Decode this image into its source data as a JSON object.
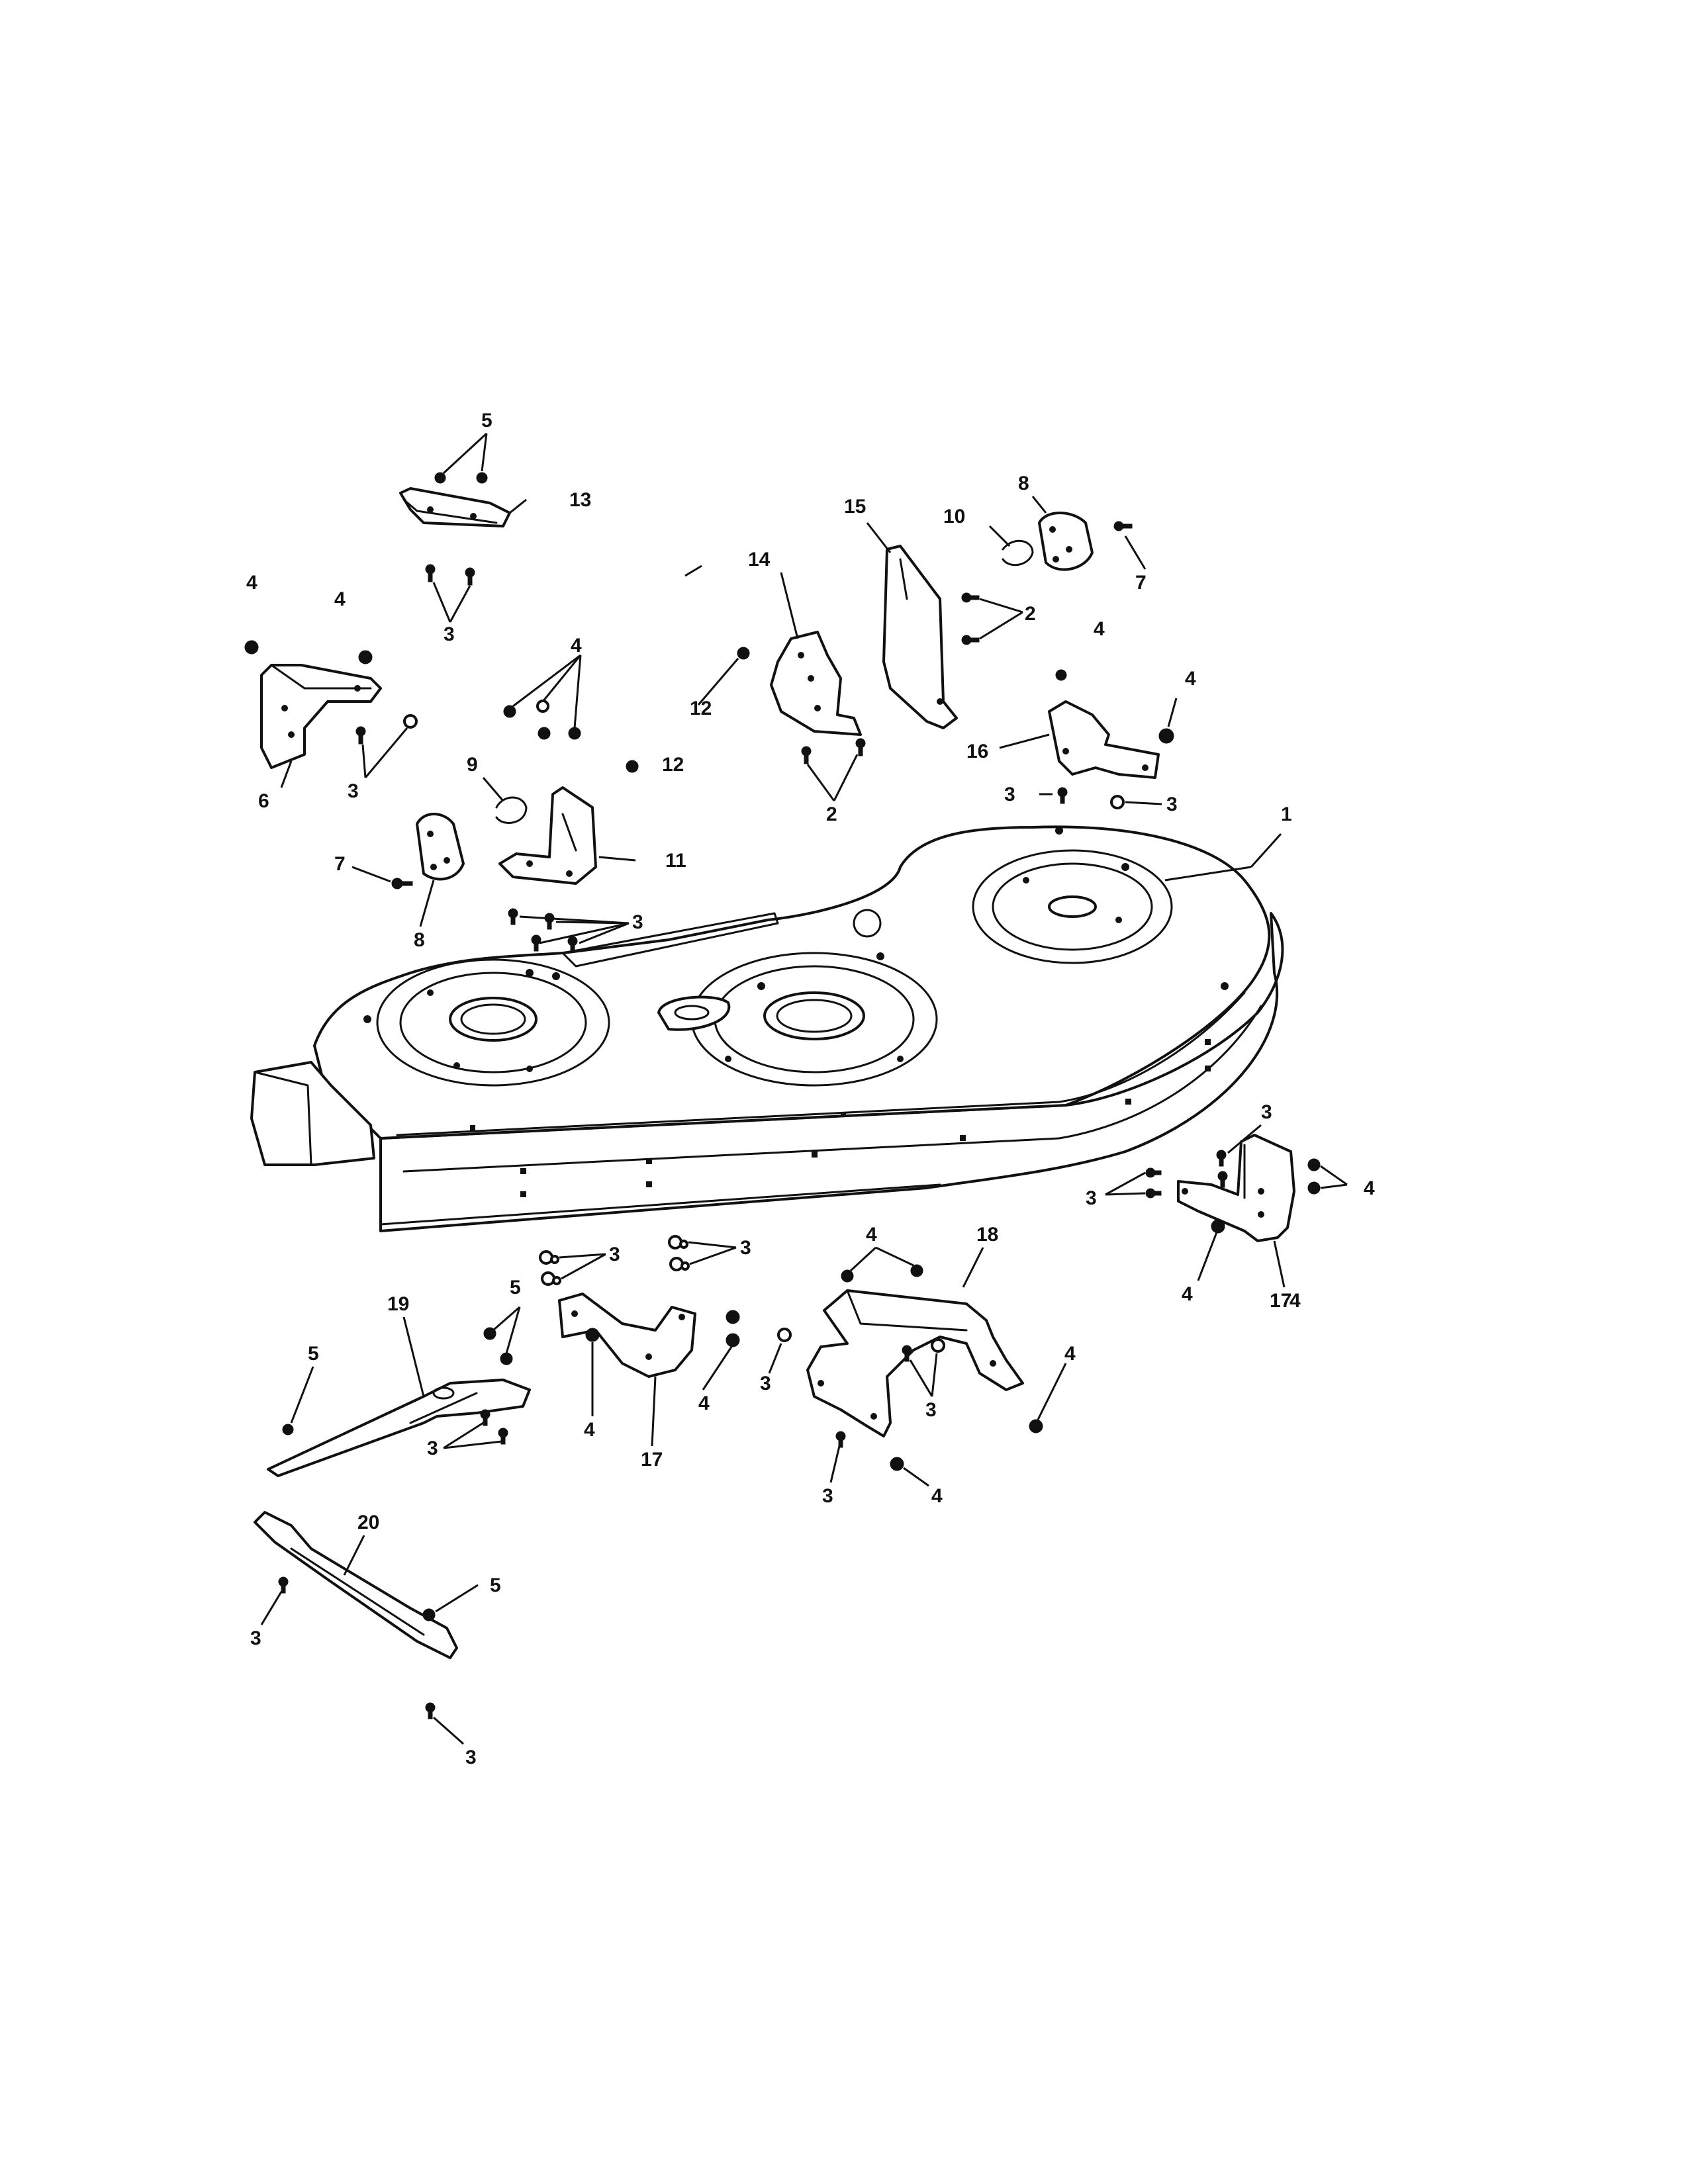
{
  "callouts": {
    "c1": "1",
    "c2a": "2",
    "c2b": "2",
    "c3a": "3",
    "c3b": "3",
    "c3c": "3",
    "c3d": "3",
    "c3e": "3",
    "c3f": "3",
    "c3g": "3",
    "c3h": "3",
    "c3i": "3",
    "c3j": "3",
    "c3k": "3",
    "c3l": "3",
    "c3m": "3",
    "c3n": "3",
    "c3o": "3",
    "c4a": "4",
    "c4b": "4",
    "c4c": "4",
    "c4d": "4",
    "c4e": "4",
    "c4f": "4",
    "c4g": "4",
    "c4h": "4",
    "c4i": "4",
    "c4j": "4",
    "c4k": "4",
    "c4l": "4",
    "c4m": "4",
    "c5a": "5",
    "c5b": "5",
    "c5c": "5",
    "c5d": "5",
    "c6": "6",
    "c7a": "7",
    "c7b": "7",
    "c8a": "8",
    "c8b": "8",
    "c9": "9",
    "c10": "10",
    "c11": "11",
    "c12a": "12",
    "c12b": "12",
    "c13": "13",
    "c14": "14",
    "c15": "15",
    "c16": "16",
    "c17a": "17",
    "c17b": "17",
    "c18": "18",
    "c19": "19",
    "c20": "20"
  }
}
